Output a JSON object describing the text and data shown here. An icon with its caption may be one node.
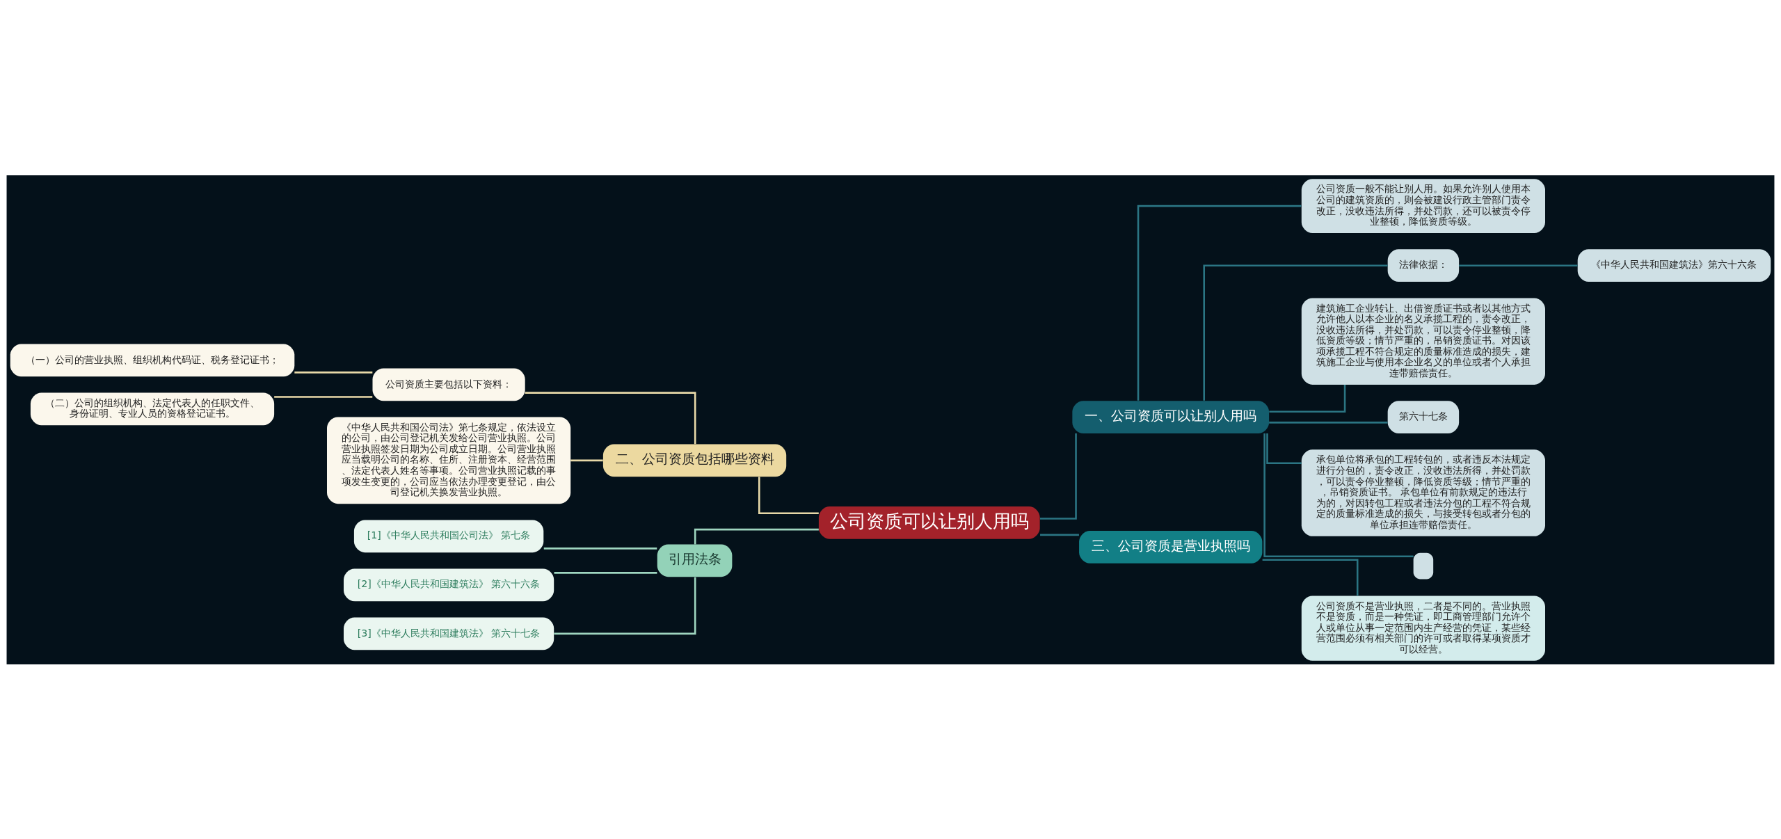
{
  "diagram": {
    "nodes": [
      {
        "text": [
          "公司资质可以让别人用吗"
        ]
      },
      {
        "text": [
          "一、公司资质可以让别人用吗"
        ]
      },
      {
        "text": [
          "公司资质一般不能让别人用。如果允许别人使用本公司的建筑资质的，则会被建设行政主管部门责令改正，没收违法所得，并处罚款，还可以被责令停业整顿，降低资质等级。"
        ]
      },
      {
        "text": [
          "法律依据："
        ]
      },
      {
        "text": [
          "《中华人民共和国建筑法》第六十六条"
        ]
      },
      {
        "text": [
          "建筑施工企业转让、出借资质证书或者以其他方式允许他人以本企业的名义承揽工程的，责令改正，没收违法所得，并处罚款，可以责令停业整顿，降低资质等级；情节严重的，吊销资质证书。对因该项承揽工程不符合规定的质量标准造成的损失，建筑施工企业与使用本企业名义的单位或者个人承担连带赔偿责任。"
        ]
      },
      {
        "text": [
          "第六十七条"
        ]
      },
      {
        "text": [
          "承包单位将承包的工程转包的，或者违反本法规定进行分包的，责令改正，没收违法所得，并处罚款，可以责令停业整顿，降低资质等级；情节严重的，吊销资质证书。 承包单位有前款规定的违法行为的，对因转包工程或者违法分包的工程不符合规定的质量标准造成的损失，与接受转包或者分包的单位承担连带赔偿责任。"
        ]
      },
      {
        "text": [],
        "shape": "box"
      },
      {
        "text": [
          "三、公司资质是营业执照吗"
        ]
      },
      {
        "text": [
          "公司资质不是营业执照，二者是不同的。营业执照不是资质，而是一种凭证，即工商管理部门允许个人或单位从事一定范围内生产经营的凭证，某些经营范围必须有相关部门的许可或者取得某项资质才可以经营。"
        ]
      },
      {
        "text": [
          "二、公司资质包括哪些资料"
        ]
      },
      {
        "text": [
          "公司资质主要包括以下资料："
        ]
      },
      {
        "text": [
          "（一）公司的营业执照、组织机构代码证、税务登记证书；"
        ]
      },
      {
        "text": [
          "（二）公司的组织机构、法定代表人的任职文件、身份证明、专业人员的资格登记证书。"
        ]
      },
      {
        "text": [
          "《中华人民共和国公司法》第七条规定，依法设立的公司，由公司登记机关发给公司营业执照。公司营业执照签发日期为公司成立日期。公司营业执照应当载明公司的名称、住所、注册资本、经营范围、法定代表人姓名等事项。公司营业执照记载的事项发生变更的，公司应当依法办理变更登记，由公司登记机关换发营业执照。"
        ]
      },
      {
        "text": [
          "引用法条"
        ]
      },
      {
        "text": [
          "[1]《中华人民共和国公司法》 第七条"
        ]
      },
      {
        "text": [
          "[2]《中华人民共和国建筑法》 第六十六条"
        ]
      },
      {
        "text": [
          "[3]《中华人民共和国建筑法》 第六十七条"
        ]
      }
    ],
    "edges": [
      {
        "from": 0,
        "to": 1,
        "arrow": "none"
      },
      {
        "from": 1,
        "to": 2,
        "arrow": "none"
      },
      {
        "from": 1,
        "to": 3,
        "arrow": "none"
      },
      {
        "from": 3,
        "to": 4,
        "arrow": "none"
      },
      {
        "from": 1,
        "to": 5,
        "arrow": "none"
      },
      {
        "from": 1,
        "to": 6,
        "arrow": "none"
      },
      {
        "from": 1,
        "to": 7,
        "arrow": "none"
      },
      {
        "from": 1,
        "to": 8,
        "arrow": "none"
      },
      {
        "from": 0,
        "to": 9,
        "arrow": "none"
      },
      {
        "from": 9,
        "to": 10,
        "arrow": "none"
      },
      {
        "from": 0,
        "to": 11,
        "arrow": "none",
        "color": "#e8d9a8"
      },
      {
        "from": 11,
        "to": 12,
        "arrow": "none",
        "color": "#e8d9a8"
      },
      {
        "from": 12,
        "to": 13,
        "arrow": "none",
        "color": "#e8d9a8"
      },
      {
        "from": 12,
        "to": 14,
        "arrow": "none",
        "color": "#e8d9a8"
      },
      {
        "from": 11,
        "to": 15,
        "arrow": "none",
        "color": "#e8d9a8"
      },
      {
        "from": 0,
        "to": 16,
        "arrow": "none",
        "color": "#9fd6c0"
      },
      {
        "from": 16,
        "to": 17,
        "arrow": "none",
        "color": "#9fd6c0"
      },
      {
        "from": 16,
        "to": 18,
        "arrow": "none",
        "color": "#9fd6c0"
      },
      {
        "from": 16,
        "to": 19,
        "arrow": "none",
        "color": "#9fd6c0"
      }
    ]
  }
}
